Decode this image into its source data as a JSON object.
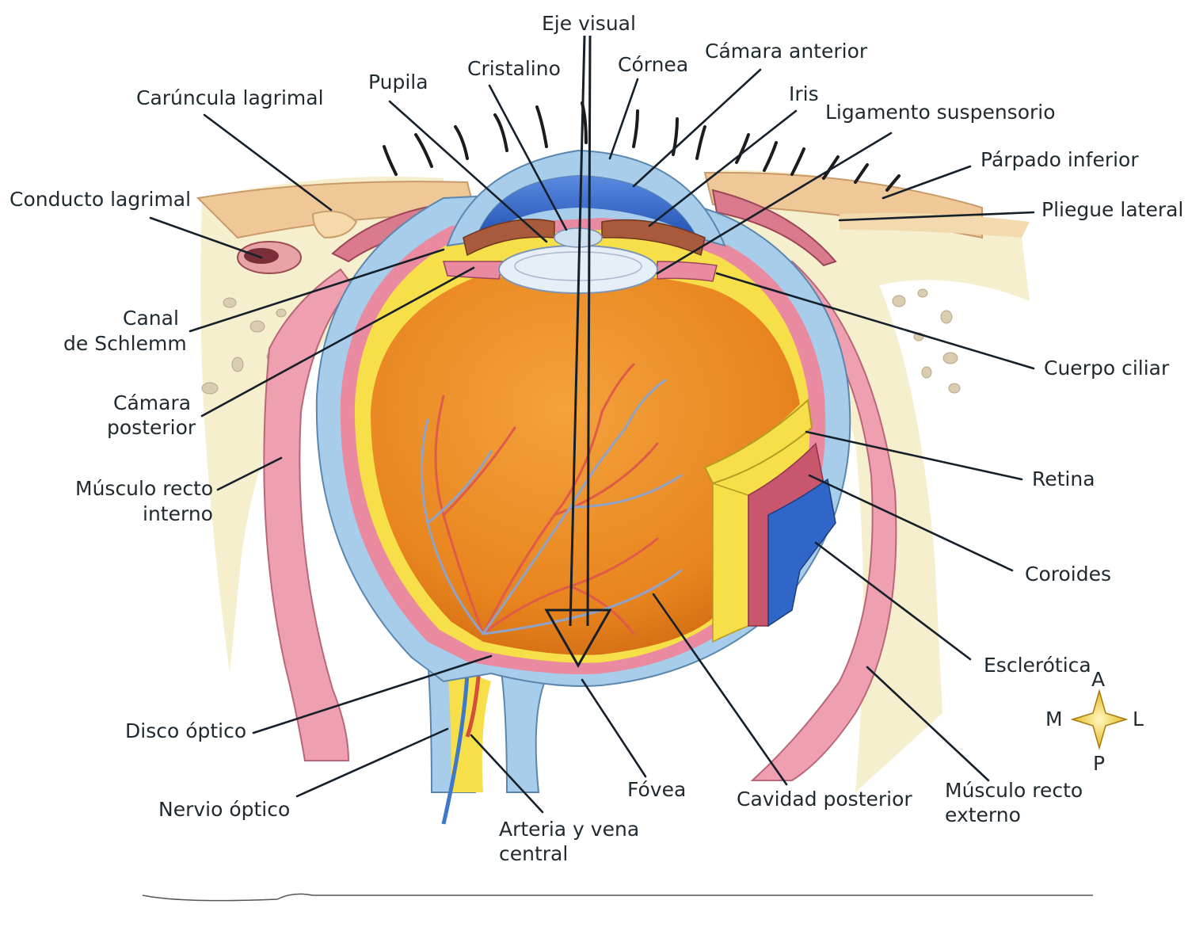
{
  "labels": {
    "eje_visual": "Eje visual",
    "cristalino": "Cristalino",
    "cornea": "Córnea",
    "camara_anterior": "Cámara anterior",
    "pupila": "Pupila",
    "iris": "Iris",
    "ligamento": "Ligamento suspensorio",
    "caruncula": "Carúncula lagrimal",
    "parpado": "Párpado inferior",
    "conducto": "Conducto lagrimal",
    "pliegue": "Pliegue lateral",
    "canal_1": "Canal",
    "canal_2": "de Schlemm",
    "cuerpo_ciliar": "Cuerpo ciliar",
    "camara_post_1": "Cámara",
    "camara_post_2": "posterior",
    "retina": "Retina",
    "musculo_int_1": "Músculo recto",
    "musculo_int_2": "interno",
    "coroides": "Coroides",
    "esclerotica": "Esclerótica",
    "disco": "Disco óptico",
    "nervio": "Nervio óptico",
    "fovea": "Fóvea",
    "cavidad": "Cavidad posterior",
    "musculo_ext_1": "Músculo recto",
    "musculo_ext_2": "externo",
    "arteria_1": "Arteria y vena",
    "arteria_2": "central"
  },
  "compass": {
    "a": "A",
    "m": "M",
    "l": "L",
    "p": "P"
  },
  "colors": {
    "vitreous": "#e8841e",
    "sclera": "#a8cdea",
    "retina": "#f7df4a",
    "choroid": "#e98aa0",
    "cornea_chamber": "#2f66c8",
    "muscle": "#eea0b0",
    "bone": "#f6efcd",
    "lens": "#e6eef8"
  }
}
